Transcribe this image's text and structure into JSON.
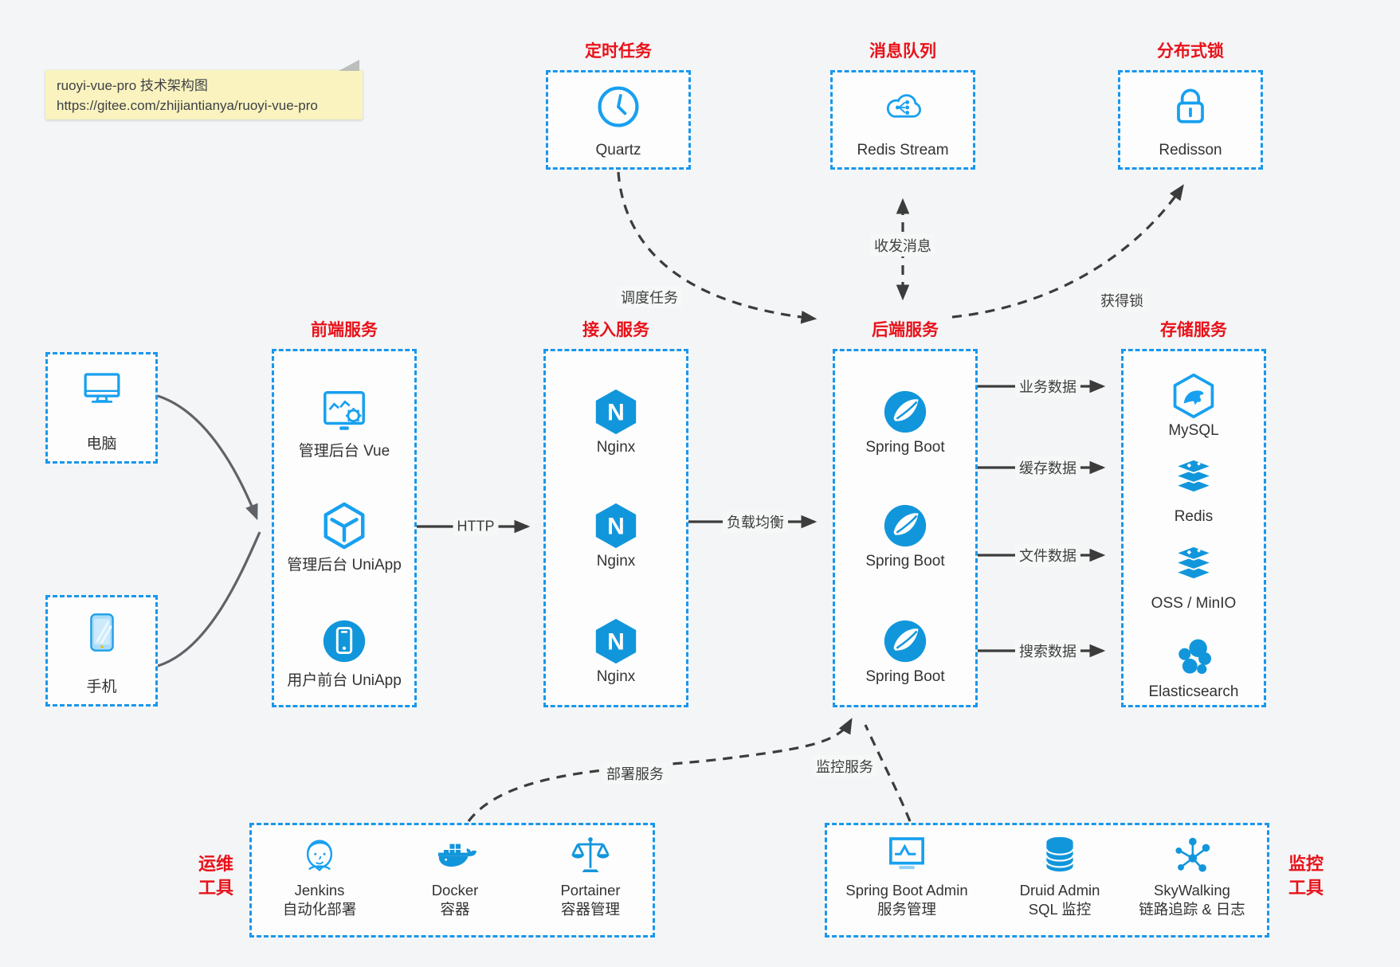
{
  "note": {
    "line1": "ruoyi-vue-pro 技术架构图",
    "line2": "https://gitee.com/zhijiantianya/ruoyi-vue-pro"
  },
  "top_groups": [
    {
      "title": "定时任务",
      "item": {
        "label": "Quartz",
        "icon": "clock-icon"
      }
    },
    {
      "title": "消息队列",
      "item": {
        "label": "Redis Stream",
        "icon": "cloud-stream-icon"
      }
    },
    {
      "title": "分布式锁",
      "item": {
        "label": "Redisson",
        "icon": "lock-icon"
      }
    }
  ],
  "clients": [
    {
      "label": "电脑",
      "icon": "computer-icon"
    },
    {
      "label": "手机",
      "icon": "phone-icon"
    }
  ],
  "columns": [
    {
      "title": "前端服务",
      "items": [
        {
          "label": "管理后台 Vue",
          "icon": "admin-vue-icon"
        },
        {
          "label": "管理后台 UniApp",
          "icon": "uniapp-cube-icon"
        },
        {
          "label": "用户前台 UniApp",
          "icon": "user-app-icon"
        }
      ]
    },
    {
      "title": "接入服务",
      "items": [
        {
          "label": "Nginx",
          "icon": "nginx-icon"
        },
        {
          "label": "Nginx",
          "icon": "nginx-icon"
        },
        {
          "label": "Nginx",
          "icon": "nginx-icon"
        }
      ]
    },
    {
      "title": "后端服务",
      "items": [
        {
          "label": "Spring Boot",
          "icon": "spring-boot-icon"
        },
        {
          "label": "Spring Boot",
          "icon": "spring-boot-icon"
        },
        {
          "label": "Spring Boot",
          "icon": "spring-boot-icon"
        }
      ]
    },
    {
      "title": "存储服务",
      "items": [
        {
          "label": "MySQL",
          "icon": "mysql-icon"
        },
        {
          "label": "Redis",
          "icon": "redis-icon"
        },
        {
          "label": "OSS / MinIO",
          "icon": "oss-icon"
        },
        {
          "label": "Elasticsearch",
          "icon": "elasticsearch-icon"
        }
      ]
    }
  ],
  "edges": {
    "http": "HTTP",
    "load_balance": "负载均衡",
    "schedule": "调度任务",
    "message": "收发消息",
    "acquire_lock": "获得锁",
    "deploy": "部署服务",
    "monitor": "监控服务",
    "data_labels": [
      "业务数据",
      "缓存数据",
      "文件数据",
      "搜索数据"
    ]
  },
  "bottom_groups": [
    {
      "title_lines": [
        "运维",
        "工具"
      ],
      "items": [
        {
          "label": "Jenkins",
          "sublabel": "自动化部署",
          "icon": "jenkins-icon"
        },
        {
          "label": "Docker",
          "sublabel": "容器",
          "icon": "docker-icon"
        },
        {
          "label": "Portainer",
          "sublabel": "容器管理",
          "icon": "portainer-icon"
        }
      ]
    },
    {
      "title_lines": [
        "监控",
        "工具"
      ],
      "items": [
        {
          "label": "Spring Boot Admin",
          "sublabel": "服务管理",
          "icon": "spring-boot-admin-icon"
        },
        {
          "label": "Druid Admin",
          "sublabel": "SQL 监控",
          "icon": "druid-icon"
        },
        {
          "label": "SkyWalking",
          "sublabel": "链路追踪 & 日志",
          "icon": "skywalking-icon"
        }
      ]
    }
  ],
  "colors": {
    "box_border_blue": "#1997ec",
    "title_red": "#e8121a",
    "icon_blue": "#1296db",
    "icon_outline_blue": "#18a0f0",
    "arrow_dark": "#3c3c3c",
    "arrow_gray": "#5f6368",
    "note_bg": "#faf3bf",
    "canvas_bg": "#f4f5f6"
  }
}
